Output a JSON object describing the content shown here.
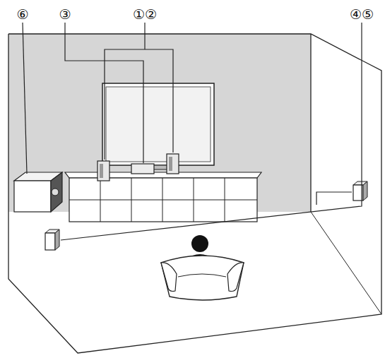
{
  "diagram": {
    "labels": [
      "⑥",
      "③",
      "①②",
      "④⑤"
    ]
  }
}
